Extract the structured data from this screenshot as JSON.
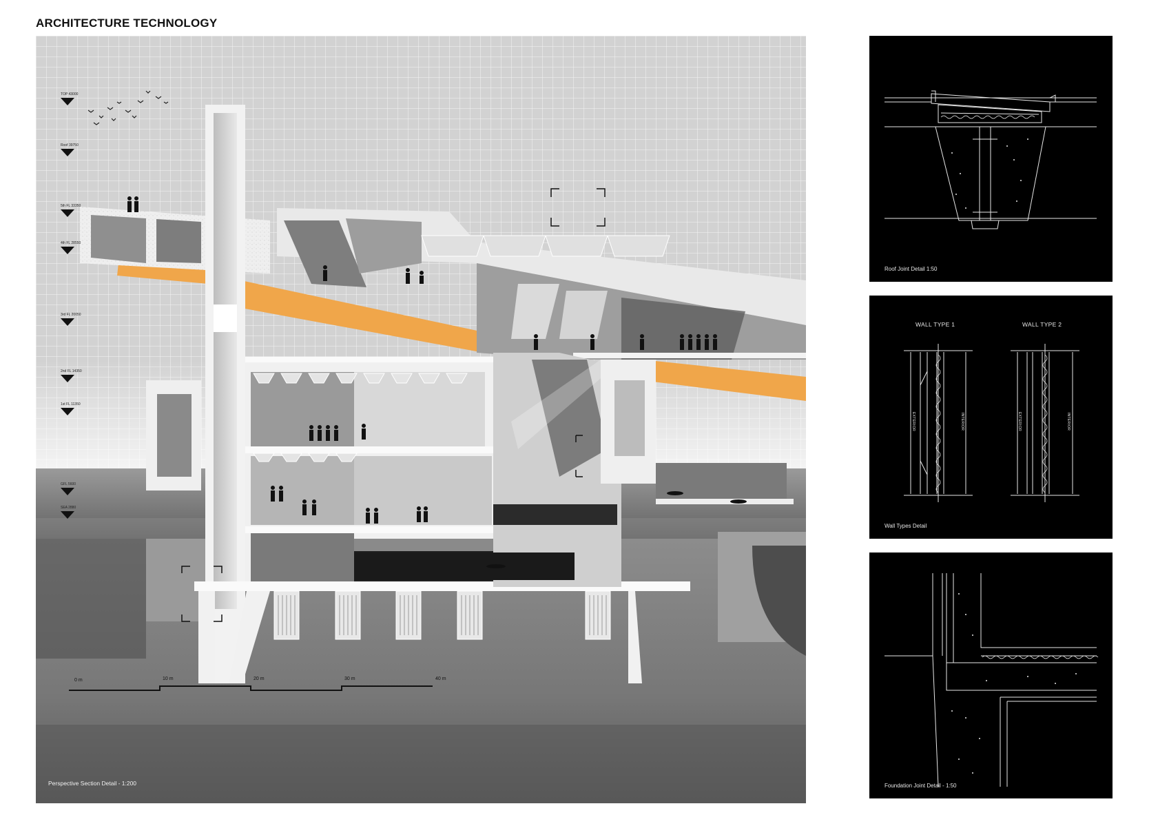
{
  "page_title": "ARCHITECTURE TECHNOLOGY",
  "main_section": {
    "caption": "Perspective Section Detail - 1:200",
    "levels": [
      "TOP 43000",
      "Roof 39750",
      "5th FL 33350",
      "4th FL 28550",
      "3rd FL 20050",
      "2nd FL 14350",
      "1st FL 11350",
      "GFL 5600",
      "SEA 2880"
    ],
    "scale_bar": [
      "0 m",
      "10 m",
      "20 m",
      "30 m",
      "40 m"
    ]
  },
  "details": {
    "roof_joint": {
      "caption": "Roof Joint Detail 1:50"
    },
    "wall_types": {
      "caption": "Wall Types Detail",
      "type1_title": "WALL TYPE 1",
      "type2_title": "WALL TYPE 2",
      "exterior_label": "EXTERIOR",
      "interior_label": "INTERIOR"
    },
    "foundation_joint": {
      "caption": "Foundation Joint Detail - 1:50"
    }
  },
  "colors": {
    "background": "#ffffff",
    "grid_sky": "#d0d0d0",
    "concrete_cut": "#f2f2f2",
    "accent_orange": "#f0a64a",
    "sea": "#6e6e6e",
    "ground": "#8a8a8a",
    "detail_bg": "#000000",
    "detail_line": "#e8e8e8"
  },
  "icons": [
    "level-marker-icon",
    "bird-icon",
    "person-silhouette-icon",
    "swimmer-icon"
  ]
}
